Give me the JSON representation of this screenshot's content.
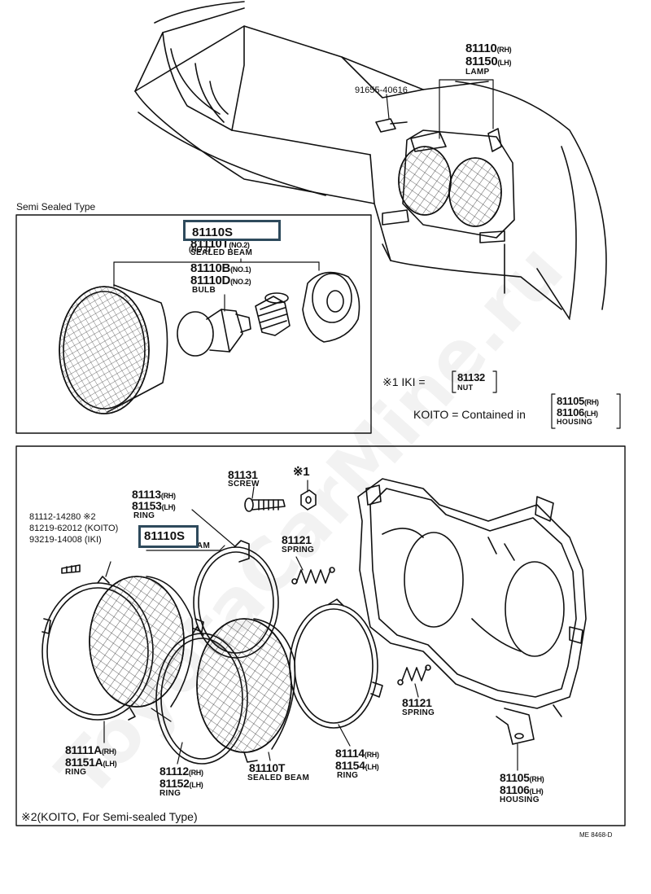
{
  "sections": {
    "semi_sealed_title": "Semi Sealed Type",
    "koito_note": "※2(KOITO, For Semi-sealed Type)",
    "drawing_code": "ME 8468-D"
  },
  "top": {
    "lamp_rh": "81110",
    "lamp_rh_side": "(RH)",
    "lamp_lh": "81150",
    "lamp_lh_side": "(LH)",
    "lamp_desc": "LAMP",
    "bolt": "91655-40616"
  },
  "inset": {
    "sealed_beam_no1": "81110S",
    "sealed_beam_no1_tag": "(NO.1)",
    "sealed_beam_no2": "81110T",
    "sealed_beam_no2_tag": "(NO.2)",
    "sealed_beam_desc": "SEALED BEAM",
    "bulb_no1": "81110B",
    "bulb_no1_tag": "(NO.1)",
    "bulb_no2": "81110D",
    "bulb_no2_tag": "(NO.2)",
    "bulb_desc": "BULB",
    "iki_label": "※1 IKI =",
    "iki_part": "81132",
    "iki_part_desc": "NUT",
    "koito_label": "KOITO = Contained in",
    "housing_rh": "81105",
    "housing_rh_side": "(RH)",
    "housing_lh": "81106",
    "housing_lh_side": "(LH)",
    "housing_desc": "HOUSING"
  },
  "exploded": {
    "screw_part": "81131",
    "screw_desc": "SCREW",
    "nut_ref": "※1",
    "ring_inner_rh": "81113",
    "ring_inner_rh_side": "(RH)",
    "ring_inner_lh": "81153",
    "ring_inner_lh_side": "(LH)",
    "ring_inner_desc": "RING",
    "screw_std1": "81112-14280 ※2",
    "screw_std2": "81219-62012 (KOITO)",
    "screw_std3": "93219-14008 (IKI)",
    "sealed_beam_s": "81110S",
    "sealed_beam_s_desc": "SEALED BEAM",
    "spring_top": "81121",
    "spring_top_desc": "SPRING",
    "spring_bottom": "81121",
    "spring_bottom_desc": "SPRING",
    "ring_outer_rh": "81111A",
    "ring_outer_rh_side": "(RH)",
    "ring_outer_lh": "81151A",
    "ring_outer_lh_side": "(LH)",
    "ring_outer_desc": "RING",
    "ring_mid_rh": "81112",
    "ring_mid_rh_side": "(RH)",
    "ring_mid_lh": "81152",
    "ring_mid_lh_side": "(LH)",
    "ring_mid_desc": "RING",
    "sealed_beam_t": "81110T",
    "sealed_beam_t_desc": "SEALED BEAM",
    "ring_back_rh": "81114",
    "ring_back_rh_side": "(RH)",
    "ring_back_lh": "81154",
    "ring_back_lh_side": "(LH)",
    "ring_back_desc": "RING",
    "housing_rh": "81105",
    "housing_rh_side": "(RH)",
    "housing_lh": "81106",
    "housing_lh_side": "(LH)",
    "housing_desc": "HOUSING"
  },
  "watermark": "ToyotaCarMine.ru"
}
